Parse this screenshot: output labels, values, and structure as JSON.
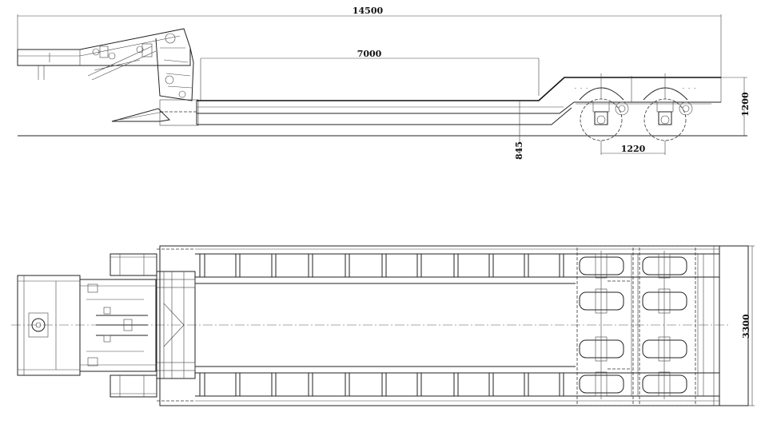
{
  "dimensions": {
    "overall_length": "14500",
    "deck_length": "7000",
    "rear_height": "1200",
    "deck_height": "845",
    "axle_spacing": "1220",
    "overall_width": "3300"
  }
}
